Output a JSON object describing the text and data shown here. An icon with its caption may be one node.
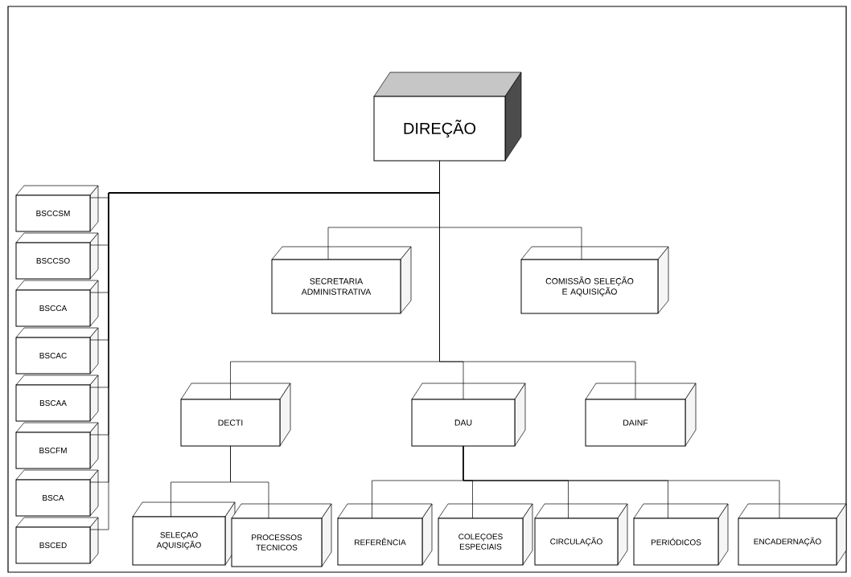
{
  "diagram": {
    "nodes": [
      {
        "text": [
          "DIREÇÃO"
        ]
      },
      {
        "text": [
          "SECRETARIA ADMINISTRATIVA"
        ]
      },
      {
        "text": [
          "COMISSÃO SELEÇÃO E AQUISIÇÃO"
        ]
      },
      {
        "text": [
          "DECTI"
        ]
      },
      {
        "text": [
          "DAU"
        ]
      },
      {
        "text": [
          "DAINF"
        ]
      },
      {
        "text": [
          "SELEÇAO AQUISIÇÃO"
        ]
      },
      {
        "text": [
          "PROCESSOS TECNICOS"
        ]
      },
      {
        "text": [
          "REFERÊNCIA"
        ]
      },
      {
        "text": [
          "COLEÇOES ESPECIAIS"
        ]
      },
      {
        "text": [
          "CIRCULAÇÃO"
        ]
      },
      {
        "text": [
          "PERIÓDICOS"
        ]
      },
      {
        "text": [
          "ENCADERNAÇÃO"
        ]
      },
      {
        "text": [
          "BSCCSM"
        ]
      },
      {
        "text": [
          "BSCCSO"
        ]
      },
      {
        "text": [
          "BSCCA"
        ]
      },
      {
        "text": [
          "BSCAC"
        ]
      },
      {
        "text": [
          "BSCAA"
        ]
      },
      {
        "text": [
          "BSCFM"
        ]
      },
      {
        "text": [
          "BSCA"
        ]
      },
      {
        "text": [
          "BSCED"
        ]
      }
    ],
    "edges": [
      {
        "from": 0,
        "to": 1,
        "arrow": "none"
      },
      {
        "from": 0,
        "to": 2,
        "arrow": "none"
      },
      {
        "from": 0,
        "to": 3,
        "arrow": "none"
      },
      {
        "from": 0,
        "to": 4,
        "arrow": "none"
      },
      {
        "from": 0,
        "to": 5,
        "arrow": "none"
      },
      {
        "from": 3,
        "to": 6,
        "arrow": "none"
      },
      {
        "from": 3,
        "to": 7,
        "arrow": "none"
      },
      {
        "from": 4,
        "to": 8,
        "arrow": "none"
      },
      {
        "from": 4,
        "to": 9,
        "arrow": "none"
      },
      {
        "from": 4,
        "to": 10,
        "arrow": "none"
      },
      {
        "from": 4,
        "to": 11,
        "arrow": "none"
      },
      {
        "from": 4,
        "to": 12,
        "arrow": "none"
      },
      {
        "from": 0,
        "to": 13,
        "arrow": "none"
      },
      {
        "from": 0,
        "to": 14,
        "arrow": "none"
      },
      {
        "from": 0,
        "to": 15,
        "arrow": "none"
      },
      {
        "from": 0,
        "to": 16,
        "arrow": "none"
      },
      {
        "from": 0,
        "to": 17,
        "arrow": "none"
      },
      {
        "from": 0,
        "to": 18,
        "arrow": "none"
      },
      {
        "from": 0,
        "to": 19,
        "arrow": "none"
      },
      {
        "from": 0,
        "to": 20,
        "arrow": "none"
      }
    ]
  }
}
